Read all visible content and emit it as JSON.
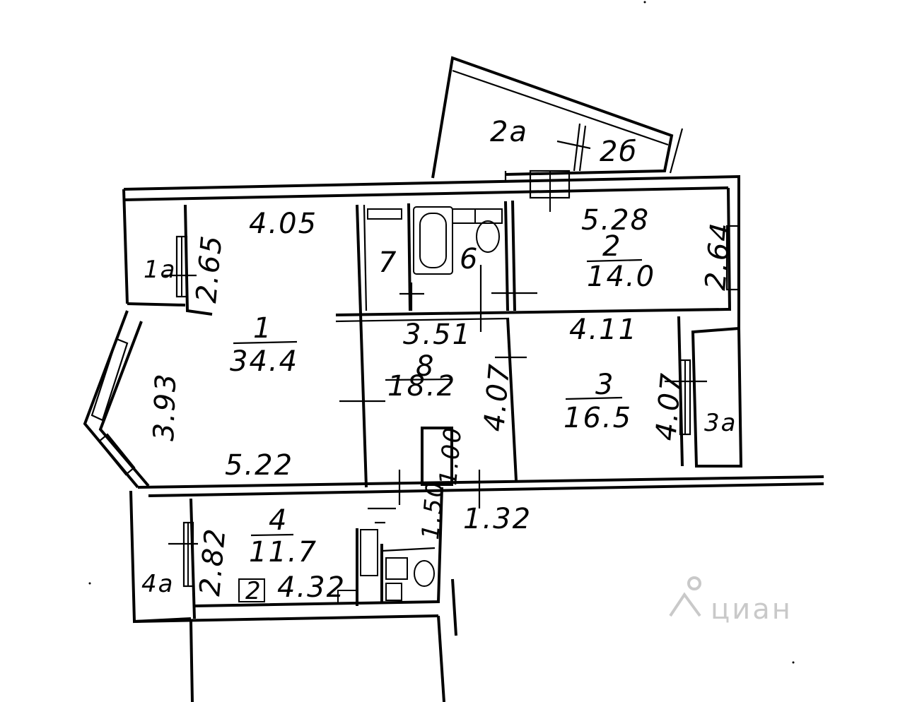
{
  "plan": {
    "rooms": [
      {
        "id": "1",
        "number": "1",
        "area": "34.4"
      },
      {
        "id": "1a",
        "number": "1a",
        "area": ""
      },
      {
        "id": "2",
        "number": "2",
        "area": "14.0"
      },
      {
        "id": "2a",
        "number": "2a",
        "area": ""
      },
      {
        "id": "2b",
        "number": "2б",
        "area": ""
      },
      {
        "id": "3",
        "number": "3",
        "area": "16.5"
      },
      {
        "id": "3a",
        "number": "3a",
        "area": ""
      },
      {
        "id": "4",
        "number": "4",
        "area": "11.7"
      },
      {
        "id": "4a",
        "number": "4a",
        "area": ""
      },
      {
        "id": "6",
        "number": "6",
        "area": ""
      },
      {
        "id": "7",
        "number": "7",
        "area": ""
      },
      {
        "id": "8",
        "number": "8",
        "area": "18.2"
      }
    ],
    "dimensions": [
      "4.05",
      "2.65",
      "3.93",
      "5.22",
      "5.28",
      "2.64",
      "3.51",
      "4.07",
      "1.00",
      "4.11",
      "4.07",
      "2.82",
      "4.32",
      "1.50",
      "1.32"
    ],
    "symbols": {
      "stove": "2"
    }
  },
  "watermark": {
    "text": "циан"
  }
}
